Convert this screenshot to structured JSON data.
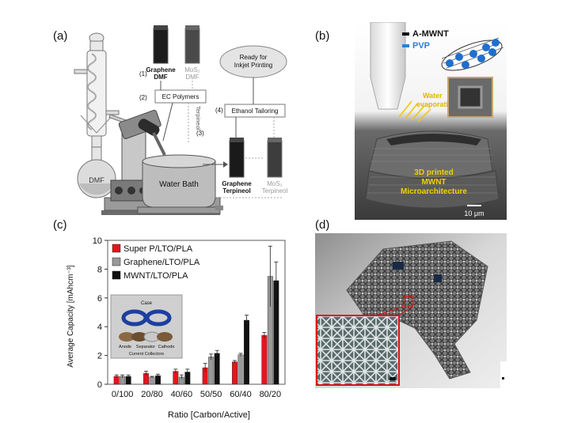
{
  "figure": {
    "panels": {
      "a": {
        "label": "(a)",
        "vial_labels": {
          "graphene_dmf": [
            "Graphene",
            "DMF"
          ],
          "mos2_dmf": [
            "MoS₂",
            "DMF"
          ],
          "graphene_terpineol": [
            "Graphene",
            "Terpineol"
          ],
          "mos2_terpineol": [
            "MoS₂",
            "Terpineol"
          ]
        },
        "steps": {
          "s1": "(1)",
          "s2": "(2)",
          "s3": "(3)",
          "s4": "(4)"
        },
        "boxes": {
          "ec_polymers": "EC Polymers",
          "ethanol_tailoring": "Ethanol Tailoring",
          "ready": [
            "Ready for",
            "Inkjet Printing"
          ]
        },
        "terpineol_label": "Terpineol",
        "water_bath": "Water Bath",
        "dmf_flask": "DMF"
      },
      "b": {
        "label": "(b)",
        "legend": [
          {
            "name": "A-MWNT",
            "color": "#111111"
          },
          {
            "name": "PVP",
            "color": "#2a7fd4"
          }
        ],
        "water_evaporation": [
          "Water",
          "evaporation"
        ],
        "structure_label": [
          "3D printed",
          "MWNT",
          "Microarchitecture"
        ],
        "scale_bar": "10 μm"
      },
      "c": {
        "label": "(c)"
      },
      "d": {
        "label": "(d)"
      }
    },
    "inset_c": {
      "case": "Case",
      "anode": "Anode",
      "separator": "Separator",
      "cathode": "Cathode",
      "collectors": "Current Collectors"
    }
  },
  "chart_data": {
    "type": "bar",
    "xlabel": "Ratio [Carbon/Active]",
    "ylabel": "Average Capacity [mAhcm⁻³]",
    "ylim": [
      0,
      10
    ],
    "yticks": [
      0,
      2,
      4,
      6,
      8,
      10
    ],
    "categories": [
      "0/100",
      "20/80",
      "40/60",
      "50/50",
      "60/40",
      "80/20"
    ],
    "legend_position": "top-left",
    "series": [
      {
        "name": "Super P/LTO/PLA",
        "color": "#e8141c",
        "values": [
          0.55,
          0.75,
          0.9,
          1.15,
          1.55,
          3.4
        ],
        "errors": [
          0.1,
          0.15,
          0.15,
          0.3,
          0.1,
          0.2
        ]
      },
      {
        "name": "Graphene/LTO/PLA",
        "color": "#999999",
        "values": [
          0.55,
          0.5,
          0.5,
          1.9,
          2.05,
          7.5
        ],
        "errors": [
          0.1,
          0.05,
          0.15,
          0.2,
          0.1,
          2.1
        ]
      },
      {
        "name": "MWNT/LTO/PLA",
        "color": "#111111",
        "values": [
          0.55,
          0.6,
          0.85,
          2.15,
          4.45,
          7.2
        ],
        "errors": [
          0.1,
          0.1,
          0.2,
          0.2,
          0.35,
          1.3
        ]
      }
    ]
  }
}
